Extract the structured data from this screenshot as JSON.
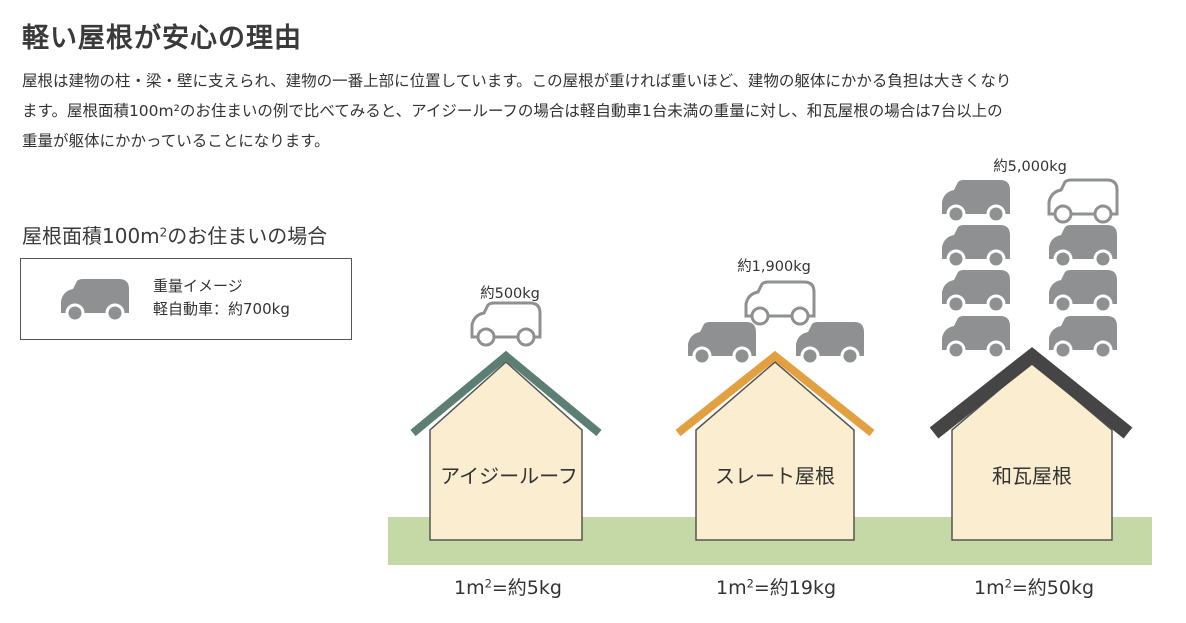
{
  "title": "軽い屋根が安心の理由",
  "paragraph_lines": [
    "屋根は建物の柱・梁・壁に支えられ、建物の一番上部に位置しています。この屋根が重ければ重いほど、建物の躯体にかかる負担は大きくなり",
    "ます。屋根面積100m²のお住まいの例で比べてみると、アイジールーフの場合は軽自動車1台未満の重量に対し、和瓦屋根の場合は7台以上の",
    "重量が躯体にかかっていることになります。"
  ],
  "subtitle": {
    "prefix": "屋根面積100m",
    "sup": "2",
    "suffix": "のお住まいの場合"
  },
  "legend": {
    "line1": "重量イメージ",
    "line2": "軽自動車：約700kg",
    "icon": "car-icon"
  },
  "colors": {
    "car": "#8f9092",
    "house_body": "#fbeed0",
    "house_outline": "#555555",
    "ground": "#c5d9a7",
    "roof_igi": "#5d7e73",
    "roof_slate": "#e3a040",
    "roof_kawara": "#454545"
  },
  "houses": [
    {
      "name": "アイジールーフ",
      "weight": "約500kg",
      "per_prefix": "1m",
      "per_sup": "2",
      "per_suffix": "=約5kg",
      "cars": 0.7
    },
    {
      "name": "スレート屋根",
      "weight": "約1,900kg",
      "per_prefix": "1m",
      "per_sup": "2",
      "per_suffix": "=約19kg",
      "cars": 2.7
    },
    {
      "name": "和瓦屋根",
      "weight": "約5,000kg",
      "per_prefix": "1m",
      "per_sup": "2",
      "per_suffix": "=約50kg",
      "cars": 7.1
    }
  ]
}
